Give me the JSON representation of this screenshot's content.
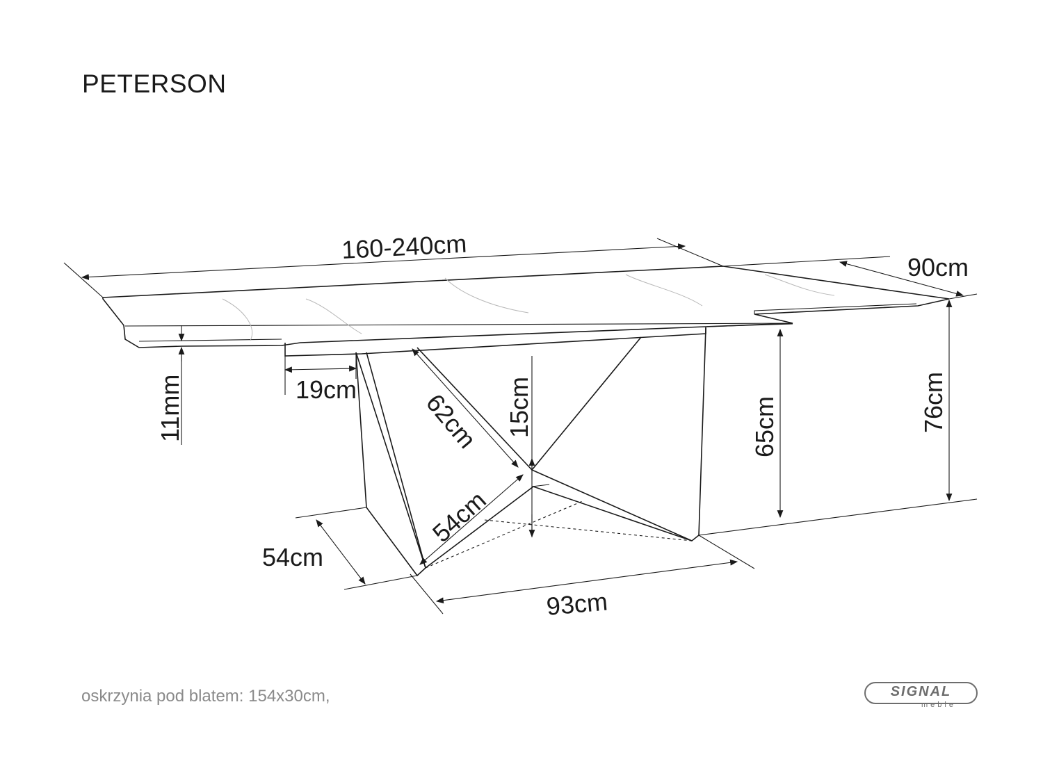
{
  "title": "PETERSON",
  "dimensions": {
    "length": "160-240cm",
    "depth": "90cm",
    "top_thickness": "11mm",
    "overhang": "19cm",
    "leg_diagonal_upper": "62cm",
    "frame_height": "15cm",
    "leg_diagonal_lower": "54cm",
    "foot_depth": "54cm",
    "base_length": "93cm",
    "leg_height": "65cm",
    "total_height": "76cm"
  },
  "note": "oskrzynia pod blatem: 154x30cm,",
  "logo": {
    "brand": "SIGNAL",
    "sub": "meble"
  }
}
